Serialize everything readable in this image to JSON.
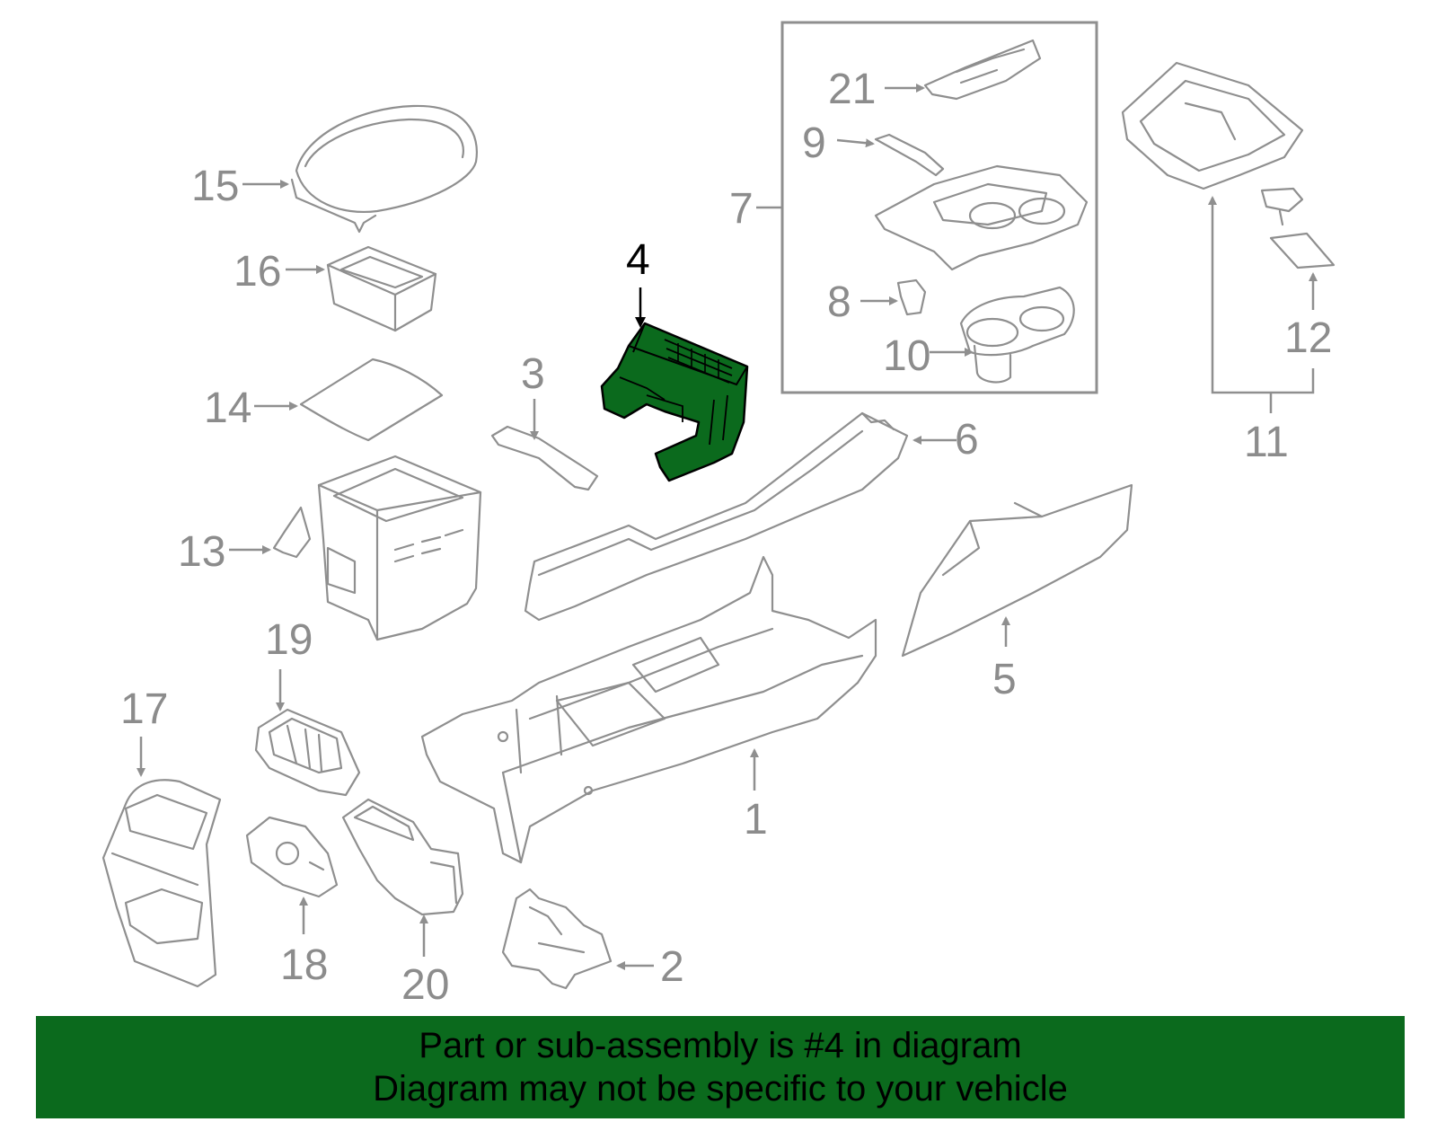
{
  "callouts": {
    "c1": "1",
    "c2": "2",
    "c3": "3",
    "c4": "4",
    "c5": "5",
    "c6": "6",
    "c7": "7",
    "c8": "8",
    "c9": "9",
    "c10": "10",
    "c11": "11",
    "c12": "12",
    "c13": "13",
    "c14": "14",
    "c15": "15",
    "c16": "16",
    "c17": "17",
    "c18": "18",
    "c19": "19",
    "c20": "20",
    "c21": "21"
  },
  "highlighted_part": "4",
  "colors": {
    "highlight_fill": "#0b6a1d",
    "banner_bg": "#0b6a1d",
    "line_gray": "#8f8f8f",
    "label_gray": "#8c8c8c"
  },
  "banner": {
    "line1": "Part or sub-assembly is #4 in diagram",
    "line2": "Diagram may not be specific to your vehicle"
  }
}
